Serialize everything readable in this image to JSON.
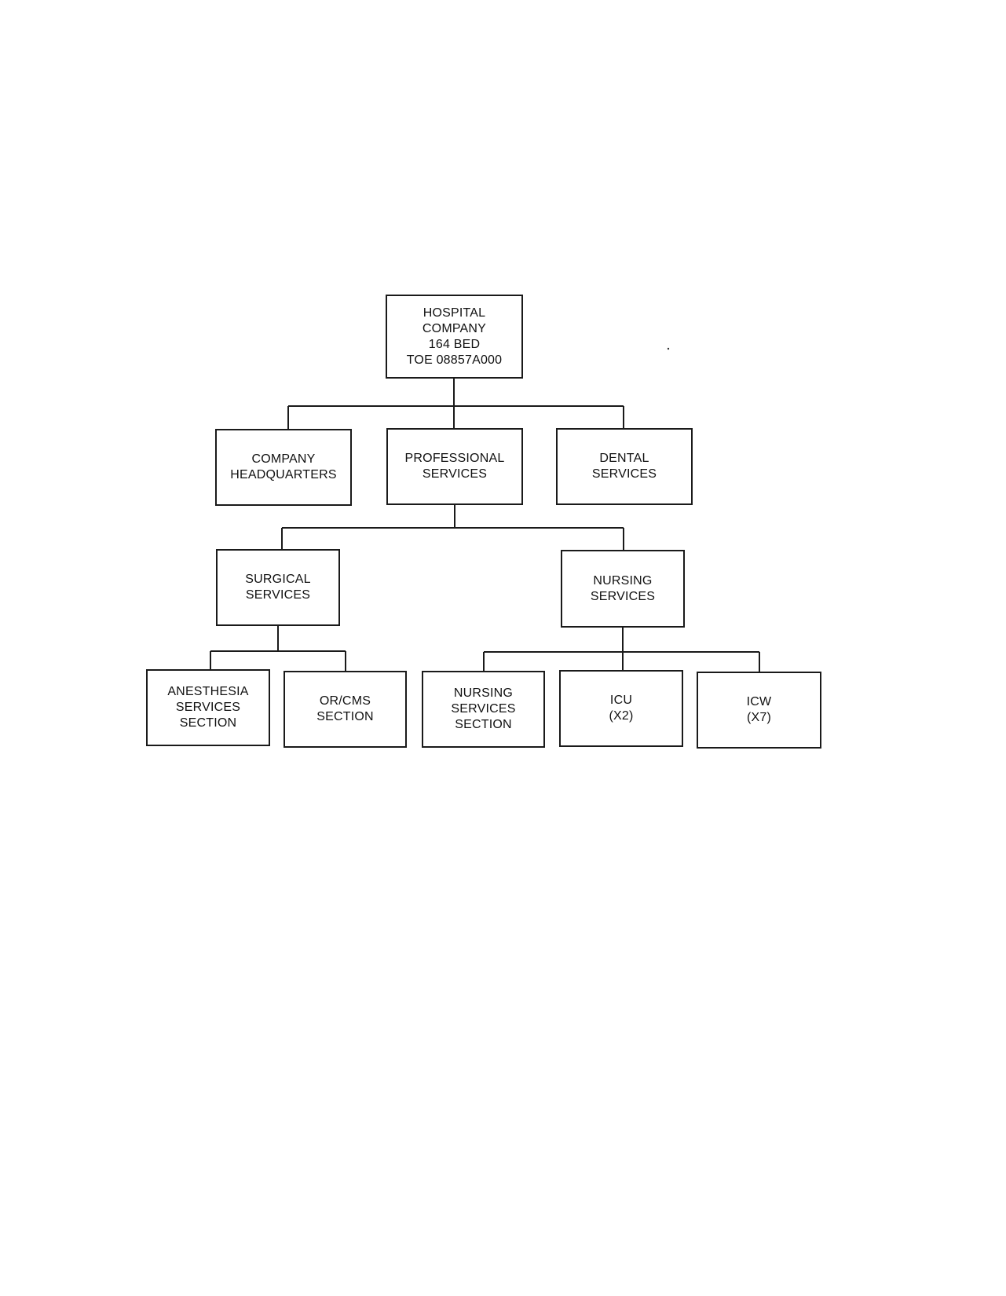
{
  "org_chart": {
    "hospital_company": "HOSPITAL\nCOMPANY\n164 BED\nTOE 08857A000",
    "company_headquarters": "COMPANY\nHEADQUARTERS",
    "professional_services": "PROFESSIONAL\nSERVICES",
    "dental_services": "DENTAL\nSERVICES",
    "surgical_services": "SURGICAL\nSERVICES",
    "nursing_services": "NURSING\nSERVICES",
    "anesthesia_services_section": "ANESTHESIA\nSERVICES\nSECTION",
    "or_cms_section": "OR/CMS\nSECTION",
    "nursing_services_section": "NURSING\nSERVICES\nSECTION",
    "icu": "ICU\n(X2)",
    "icw": "ICW\n(X7)"
  },
  "colors": {
    "line": "#1a1a1a",
    "background": "#ffffff",
    "text": "#111111"
  }
}
